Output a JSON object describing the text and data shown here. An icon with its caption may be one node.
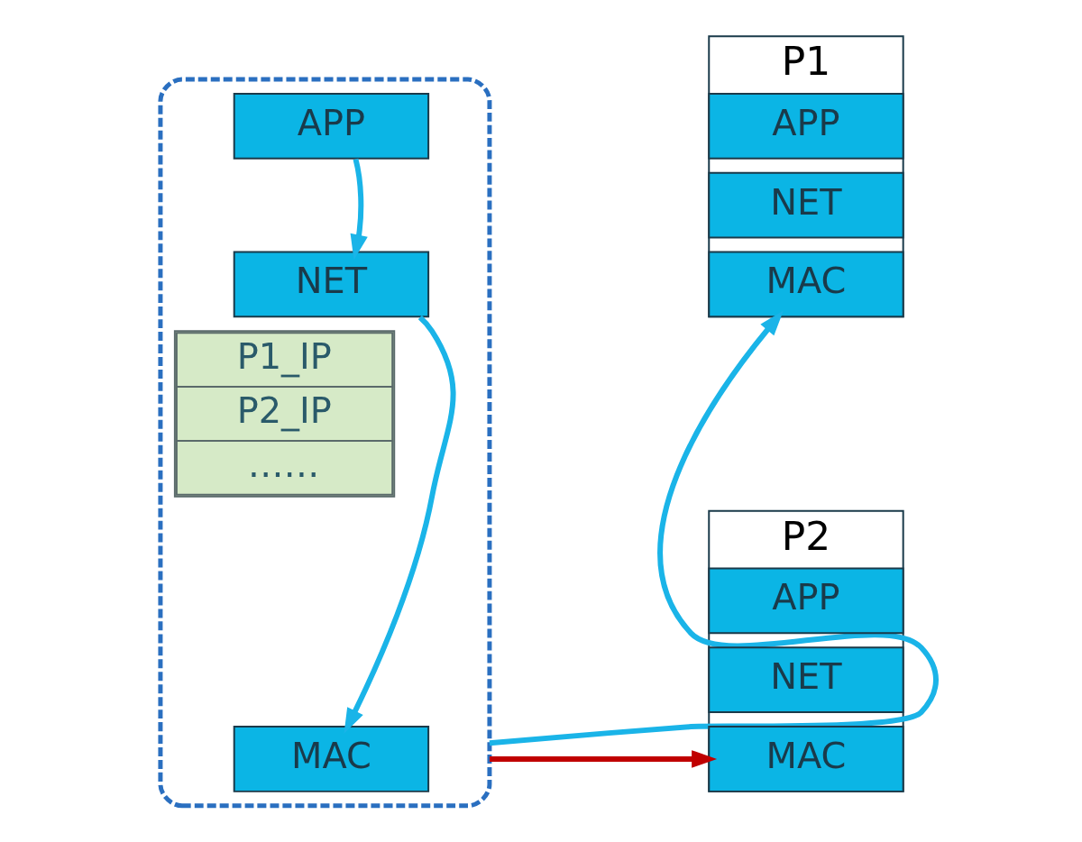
{
  "diagram": {
    "nodes": [
      {
        "text": [],
        "shape": "box"
      },
      {
        "text": [
          "APP"
        ],
        "in": 0
      },
      {
        "text": [
          "NET"
        ],
        "in": 0
      },
      {
        "text": [
          "P1_IP",
          "P2_IP",
          "……"
        ],
        "in": 0
      },
      {
        "text": [
          "MAC"
        ],
        "in": 0
      },
      {
        "text": [
          "P1"
        ]
      },
      {
        "text": [
          "APP"
        ],
        "in": 5
      },
      {
        "text": [
          "NET"
        ],
        "in": 5
      },
      {
        "text": [
          "MAC"
        ],
        "in": 5
      },
      {
        "text": [
          "P2"
        ]
      },
      {
        "text": [
          "APP"
        ],
        "in": 9
      },
      {
        "text": [
          "NET"
        ],
        "in": 9
      },
      {
        "text": [
          "MAC"
        ],
        "in": 9
      }
    ],
    "edges": [
      {
        "from": 1,
        "to": 2,
        "arrow": "to"
      },
      {
        "from": 2,
        "to": 4,
        "arrow": "to"
      },
      {
        "from": 0,
        "to": 8,
        "arrow": "to"
      },
      {
        "from": 0,
        "to": 12,
        "arrow": "to",
        "color": "#c00000"
      }
    ]
  }
}
